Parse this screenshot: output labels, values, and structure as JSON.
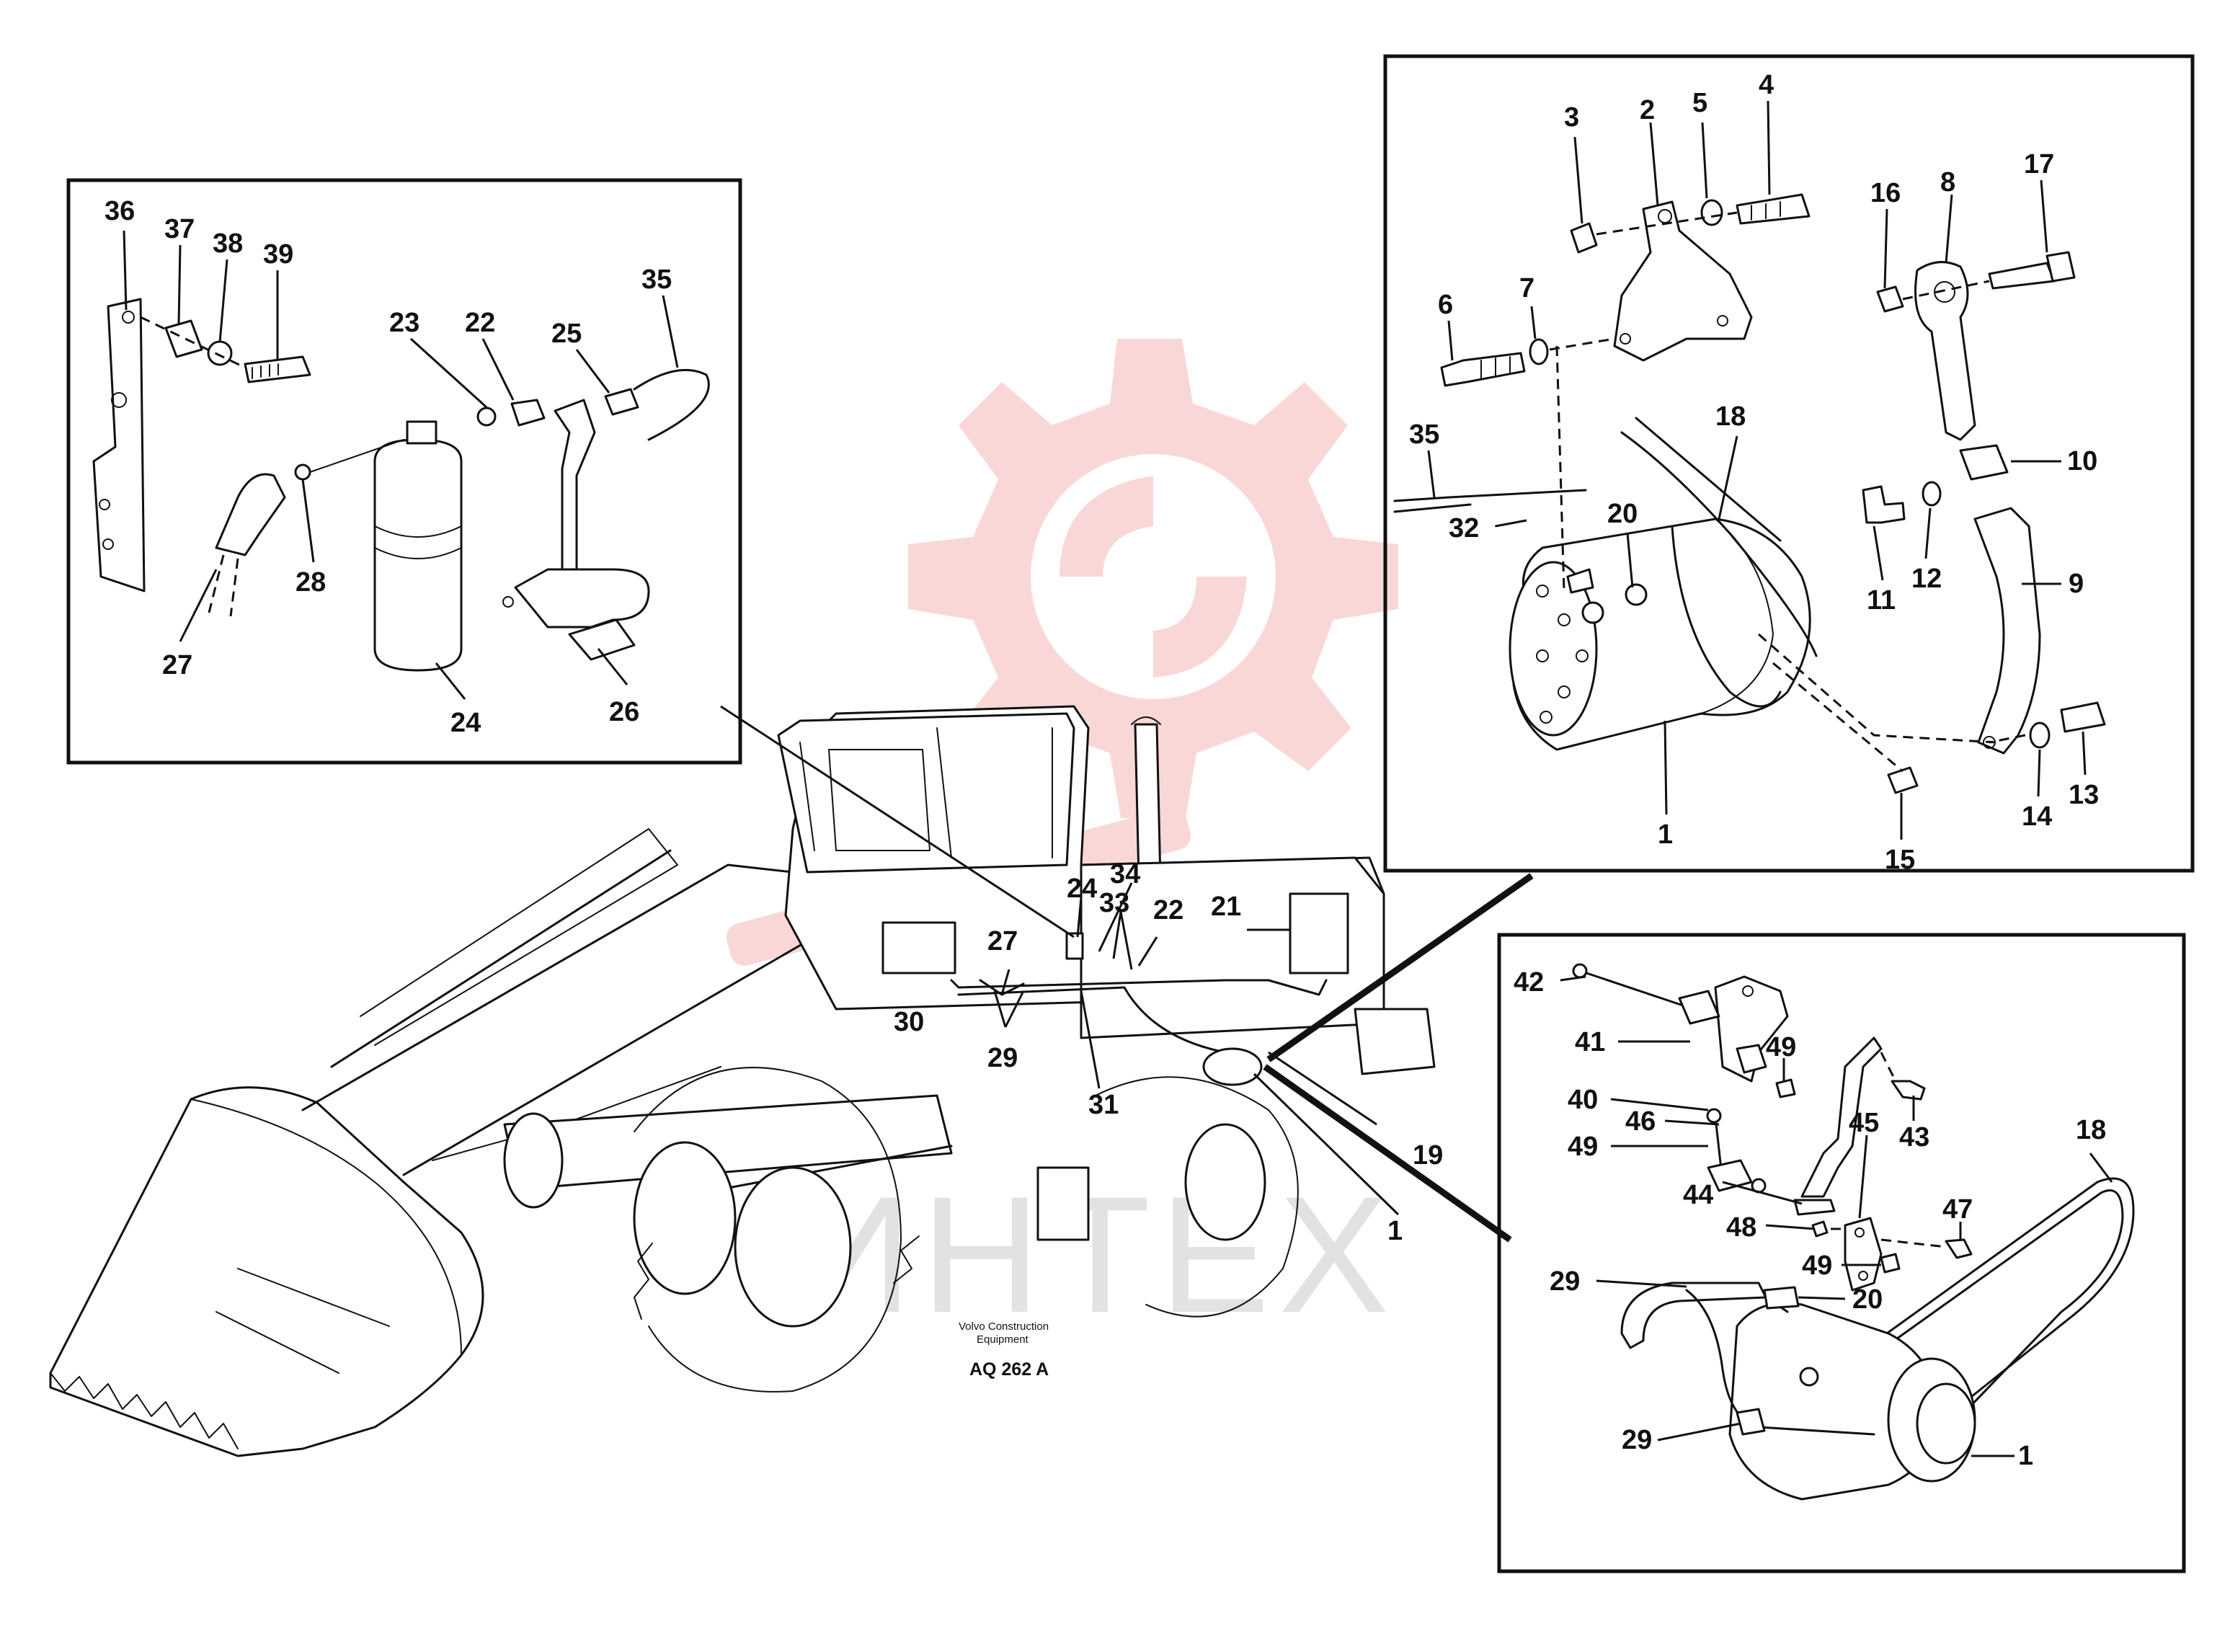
{
  "caption": {
    "company": "Volvo Construction\nEquipment",
    "company_line1": "Volvo Construction",
    "company_line2": "Equipment",
    "code": "AQ 262 A"
  },
  "watermark": {
    "text": "ИНТЕХ",
    "logo": "red-gear-logo",
    "color": "#e84a4a"
  },
  "main_labels": [
    "24",
    "34",
    "33",
    "21",
    "22",
    "27",
    "30",
    "29",
    "31",
    "19",
    "1"
  ],
  "inset_left_labels": [
    "36",
    "37",
    "38",
    "39",
    "23",
    "22",
    "25",
    "35",
    "27",
    "28",
    "24",
    "26"
  ],
  "inset_top_right_labels": [
    "3",
    "2",
    "5",
    "4",
    "16",
    "8",
    "17",
    "6",
    "7",
    "35",
    "18",
    "32",
    "20",
    "10",
    "11",
    "12",
    "9",
    "1",
    "15",
    "14",
    "13"
  ],
  "inset_bottom_right_labels": [
    "42",
    "41",
    "49",
    "40",
    "46",
    "49",
    "43",
    "45",
    "18",
    "44",
    "48",
    "47",
    "49",
    "29",
    "20",
    "29",
    "1"
  ]
}
